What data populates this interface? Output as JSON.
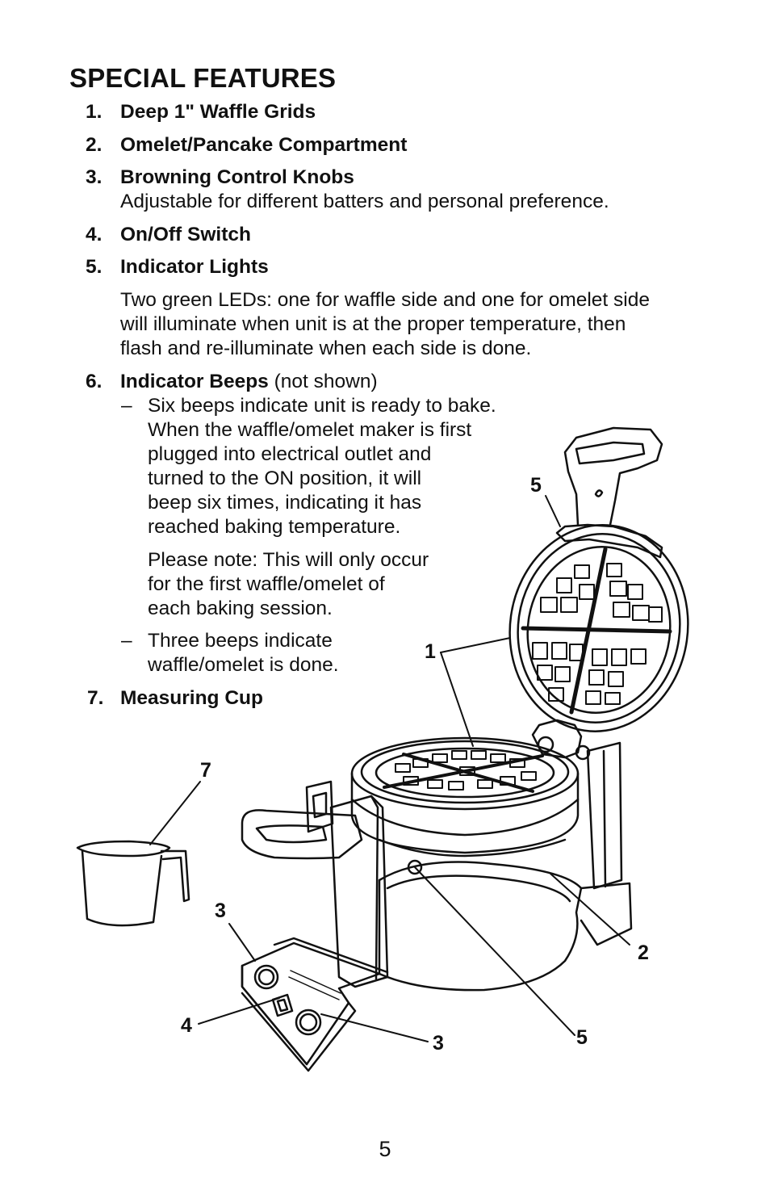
{
  "heading": "SPECIAL FEATURES",
  "items": [
    {
      "num": "1.",
      "title": "Deep 1\" Waffle Grids"
    },
    {
      "num": "2.",
      "title": "Omelet/Pancake Compartment"
    },
    {
      "num": "3.",
      "title": "Browning Control Knobs",
      "desc": "Adjustable for different batters and personal preference."
    },
    {
      "num": "4.",
      "title": "On/Off Switch"
    },
    {
      "num": "5.",
      "title": "Indicator Lights",
      "desc_lines": [
        "Two green LEDs: one for waffle side and one for omelet side",
        "will illuminate when unit is at the proper temperature, then",
        "flash and re-illuminate when each side is done."
      ]
    },
    {
      "num": "6.",
      "title": "Indicator Beeps",
      "note": "(not shown)",
      "bullets": [
        {
          "dash": "–",
          "lines": [
            "Six beeps indicate unit is ready to bake.",
            "When the waffle/omelet maker is first",
            "plugged into electrical outlet and",
            "turned to the ON position, it will",
            "beep six times, indicating it has",
            "reached baking temperature."
          ],
          "note_lines": [
            "Please note: This will only occur",
            "for the first waffle/omelet of",
            "each baking session."
          ]
        },
        {
          "dash": "–",
          "lines": [
            "Three beeps indicate",
            "waffle/omelet is done."
          ]
        }
      ]
    },
    {
      "num": "7.",
      "title": "Measuring Cup"
    }
  ],
  "callouts": {
    "c5_top": "5",
    "c1": "1",
    "c7": "7",
    "c3_left": "3",
    "c2": "2",
    "c4": "4",
    "c3_bottom": "3",
    "c5_bottom": "5"
  },
  "page_number": "5"
}
